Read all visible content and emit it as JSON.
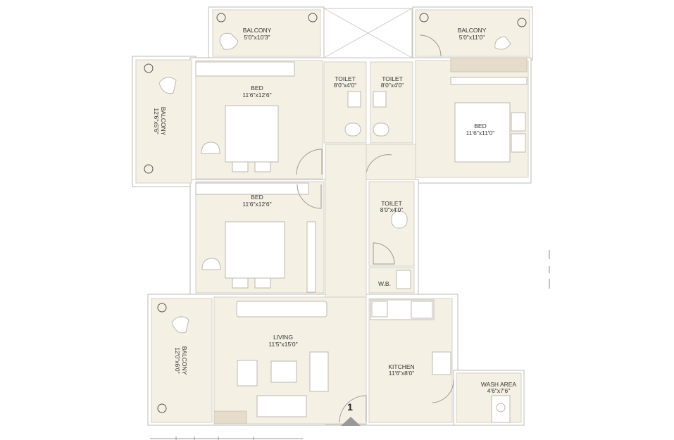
{
  "rooms": {
    "balcony_top_left": {
      "name": "BALCONY",
      "size": "5'0\"x10'3\""
    },
    "balcony_top_right": {
      "name": "BALCONY",
      "size": "5'0\"x11'0\""
    },
    "balcony_left": {
      "name": "BALCONY",
      "size": "12'6\"x5'6\""
    },
    "bed_1": {
      "name": "BED",
      "size": "11'6\"x12'6\""
    },
    "toilet_1": {
      "name": "TOILET",
      "size": "8'0\"x4'0\""
    },
    "toilet_2": {
      "name": "TOILET",
      "size": "8'0\"x4'0\""
    },
    "bed_right": {
      "name": "BED",
      "size": "11'6\"x11'0\""
    },
    "bed_2": {
      "name": "BED",
      "size": "11'6\"x12'6\""
    },
    "toilet_3": {
      "name": "TOILET",
      "size": "8'0\"x4'0\""
    },
    "wb": {
      "name": "W.B."
    },
    "living": {
      "name": "LIVING",
      "size": "11'5\"x15'0\""
    },
    "balcony_bottom_left": {
      "name": "BALCONY",
      "size": "12'0\"x6'0\""
    },
    "kitchen": {
      "name": "KITCHEN",
      "size": "11'6\"x8'0\""
    },
    "wash_area": {
      "name": "WASH AREA",
      "size": "4'6\"x7'6\""
    }
  },
  "entrance": {
    "label": "1"
  }
}
